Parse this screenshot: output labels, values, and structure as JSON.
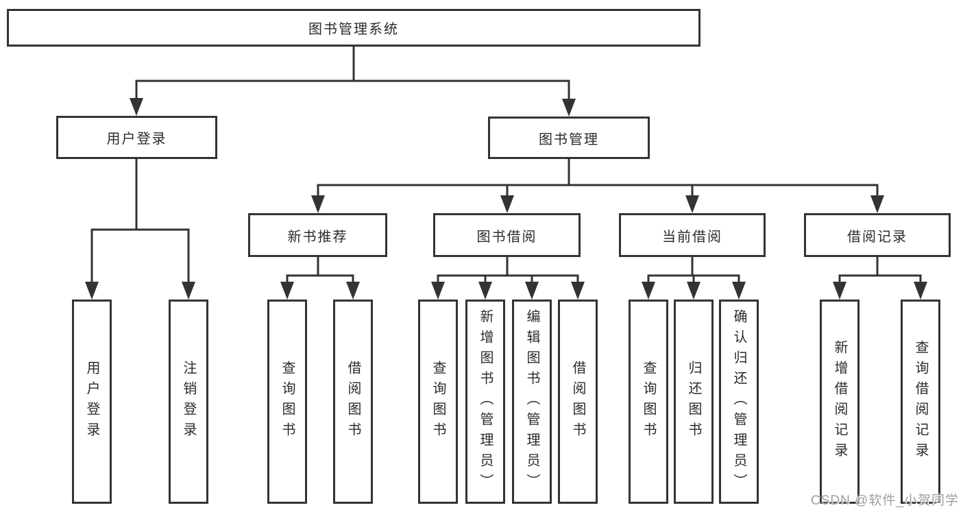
{
  "diagram_title": "图书管理系统",
  "tree": {
    "label": "图书管理系统",
    "children": [
      {
        "label": "用户登录",
        "children": [
          {
            "label": "用户登录"
          },
          {
            "label": "注销登录"
          }
        ]
      },
      {
        "label": "图书管理",
        "children": [
          {
            "label": "新书推荐",
            "children": [
              {
                "label": "查询图书"
              },
              {
                "label": "借阅图书"
              }
            ]
          },
          {
            "label": "图书借阅",
            "children": [
              {
                "label": "查询图书"
              },
              {
                "label": "新增图书（管理员）"
              },
              {
                "label": "编辑图书（管理员）"
              },
              {
                "label": "借阅图书"
              }
            ]
          },
          {
            "label": "当前借阅",
            "children": [
              {
                "label": "查询图书"
              },
              {
                "label": "归还图书"
              },
              {
                "label": "确认归还（管理员）"
              }
            ]
          },
          {
            "label": "借阅记录",
            "children": [
              {
                "label": "新增借阅记录"
              },
              {
                "label": "查询借阅记录"
              }
            ]
          }
        ]
      }
    ]
  },
  "watermark": "CSDN @软件_小贺同学",
  "colors": {
    "line": "#333333",
    "box_border": "#333333",
    "text": "#2b2b2b",
    "watermark_text": "#9e9e9e",
    "background": "#ffffff"
  }
}
